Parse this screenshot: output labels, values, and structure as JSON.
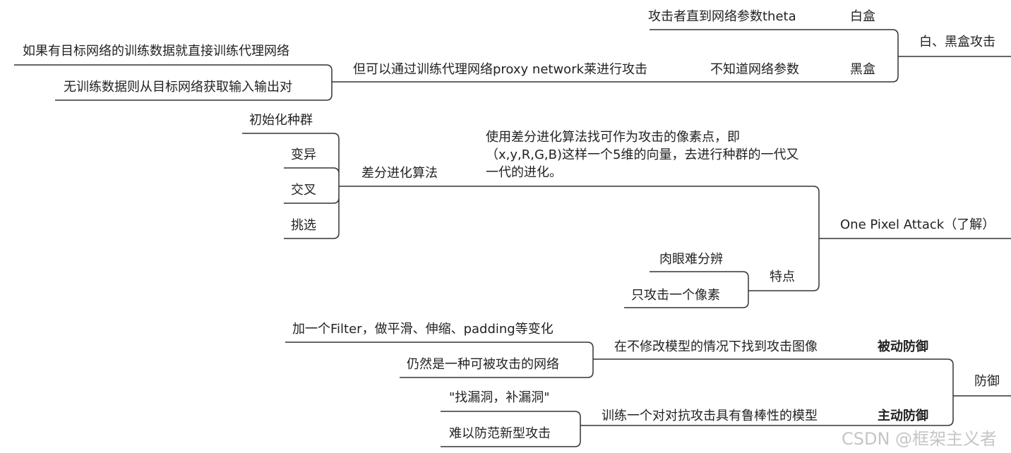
{
  "nodes": {
    "white_black_box": "白、黑盒攻击",
    "white_box": "白盒",
    "white_box_desc": "攻击者直到网络参数theta",
    "black_box": "黑盒",
    "black_box_desc": "不知道网络参数",
    "proxy": "但可以通过训练代理网络proxy network莱进行攻击",
    "proxy_child1": "如果有目标网络的训练数据就直接训练代理网络",
    "proxy_child2": "无训练数据则从目标网络获取输入输出对",
    "one_pixel": "One Pixel Attack（了解）",
    "diff_evo": "差分进化算法",
    "diff_evo_desc": "使用差分进化算法找可作为攻击的像素点，即（x,y,R,G,B)这样一个5维的向量，去进行种群的一代又一代的进化。",
    "init_pop": "初始化种群",
    "mutation": "变异",
    "crossover": "交叉",
    "selection": "挑选",
    "features": "特点",
    "feature1": "肉眼难分辨",
    "feature2": "只攻击一个像素",
    "defense": "防御",
    "passive": "被动防御",
    "passive_desc": "在不修改模型的情况下找到攻击图像",
    "passive_child1": "加一个Filter，做平滑、伸缩、padding等变化",
    "passive_child2": "仍然是一种可被攻击的网络",
    "active": "主动防御",
    "active_desc": "训练一个对对抗攻击具有鲁棒性的模型",
    "active_child1": "\"找漏洞，补漏洞\"",
    "active_child2": "难以防范新型攻击"
  },
  "watermark": "CSDN @框架主义者",
  "colors": {
    "line": "#333333",
    "text": "#222222"
  }
}
